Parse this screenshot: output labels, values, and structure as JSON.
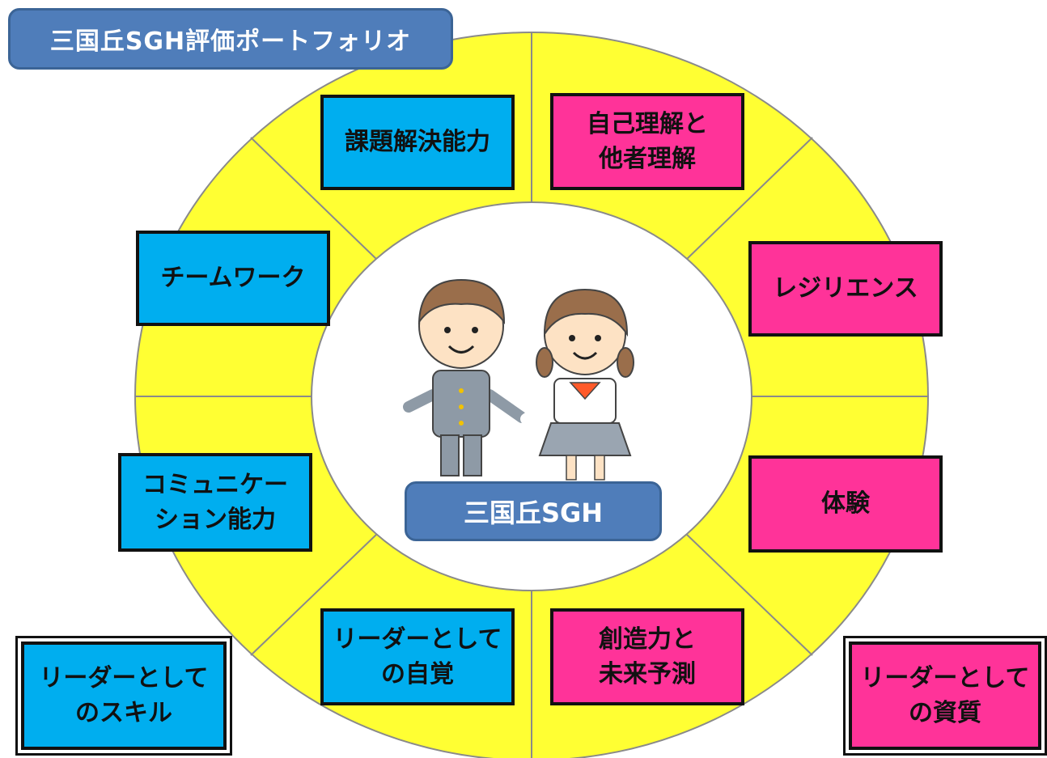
{
  "title": "三国丘SGH評価ポートフォリオ",
  "center_label": "三国丘SGH",
  "colors": {
    "ring": "#ffff33",
    "blue_box": "#00aeef",
    "pink_box": "#ff3399",
    "pill": "#4f7dba"
  },
  "competencies": {
    "kadai": "課題解決能力",
    "jiko": "自己理解と\n他者理解",
    "team": "チームワーク",
    "resilience": "レジリエンス",
    "communication": "コミュニケー\nション能力",
    "taiken": "体験",
    "jikaku": "リーダーとして\nの自覚",
    "souzou": "創造力と\n未来予測",
    "skill": "リーダーとして\nのスキル",
    "shishitsu": "リーダーとして\nの資質"
  },
  "illustration": "two-students-icon"
}
